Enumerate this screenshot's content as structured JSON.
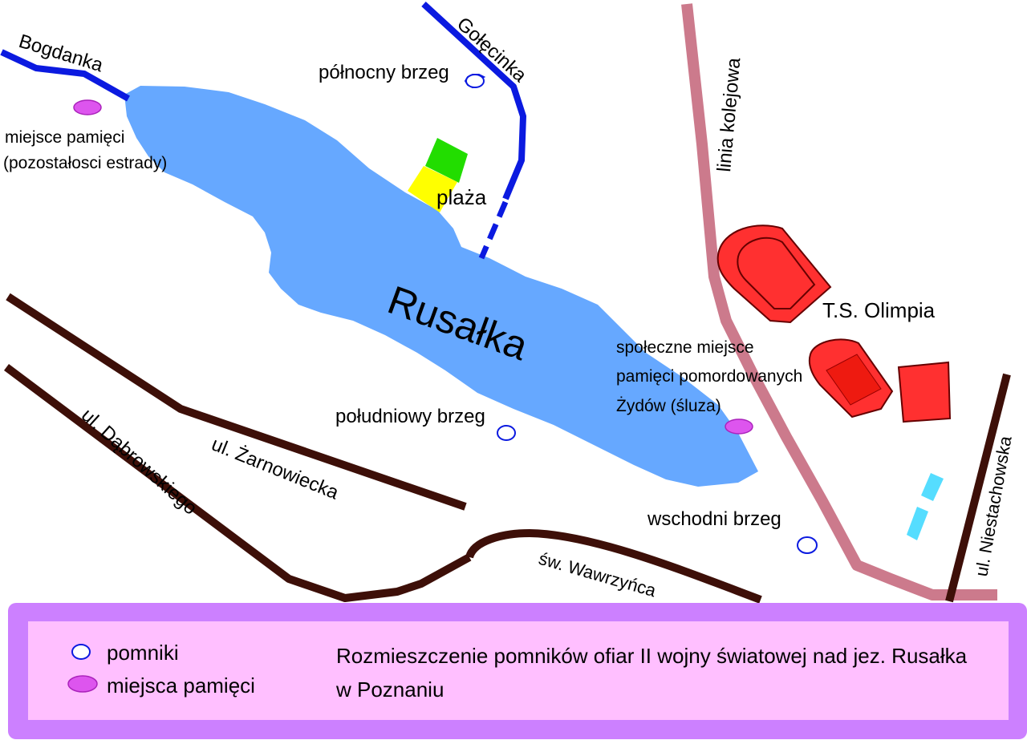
{
  "lake": {
    "name": "Rusałka",
    "color": "#66a8ff"
  },
  "streams": {
    "bogdanka": "Bogdanka",
    "golecinka": "Gołęcinka",
    "color": "#0b1ae0"
  },
  "railway": {
    "label": "linia kolejowa",
    "color": "#cc7a8c"
  },
  "streets": {
    "color": "#3d0f08",
    "zarnowiecka": "ul. Żarnowiecka",
    "dabrowskiego": "ul. Dąbrowskiego",
    "wawrzynca": "św. Wawrzyńca",
    "niestachowska": "ul. Niestachowska"
  },
  "places": {
    "beach": "plaża",
    "stadium": "T.S. Olimpia",
    "north_shore": "północny brzeg",
    "south_shore": "południowy brzeg",
    "east_shore": "wschodni brzeg",
    "memorial_west_line1": "miejsce pamięci",
    "memorial_west_line2": "(pozostałosci estrady)",
    "jewish_line1": "społeczne miejsce",
    "jewish_line2": "pamięci pomordowanych",
    "jewish_line3": "Żydów (śluza)"
  },
  "legend": {
    "monuments": "pomniki",
    "memorial_places": "miejsca pamięci",
    "title_line1": "Rozmieszczenie pomników ofiar II wojny światowej nad jez. Rusałka",
    "title_line2": "w Poznaniu",
    "frame_color": "#cc80ff",
    "fill_color": "#ffbfff"
  },
  "symbols": {
    "monument_color": "#0b1ae0",
    "memorial_color": "#dd55ee",
    "stadium_color": "#ff3030",
    "beach_green": "#22dd00",
    "beach_yellow": "#ffff00",
    "ponds_color": "#55ddff"
  }
}
